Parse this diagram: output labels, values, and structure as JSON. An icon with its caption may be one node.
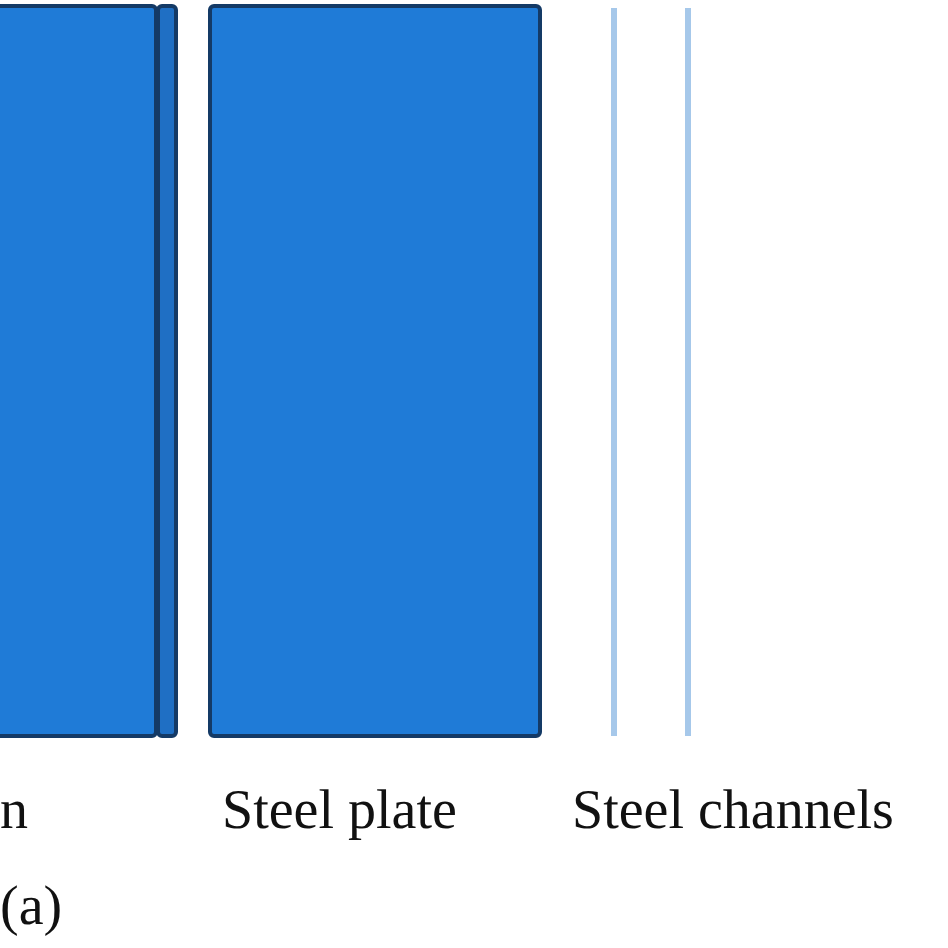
{
  "diagram": {
    "labels": [
      "n",
      "Steel plate",
      "Steel channels",
      "(a)"
    ]
  }
}
